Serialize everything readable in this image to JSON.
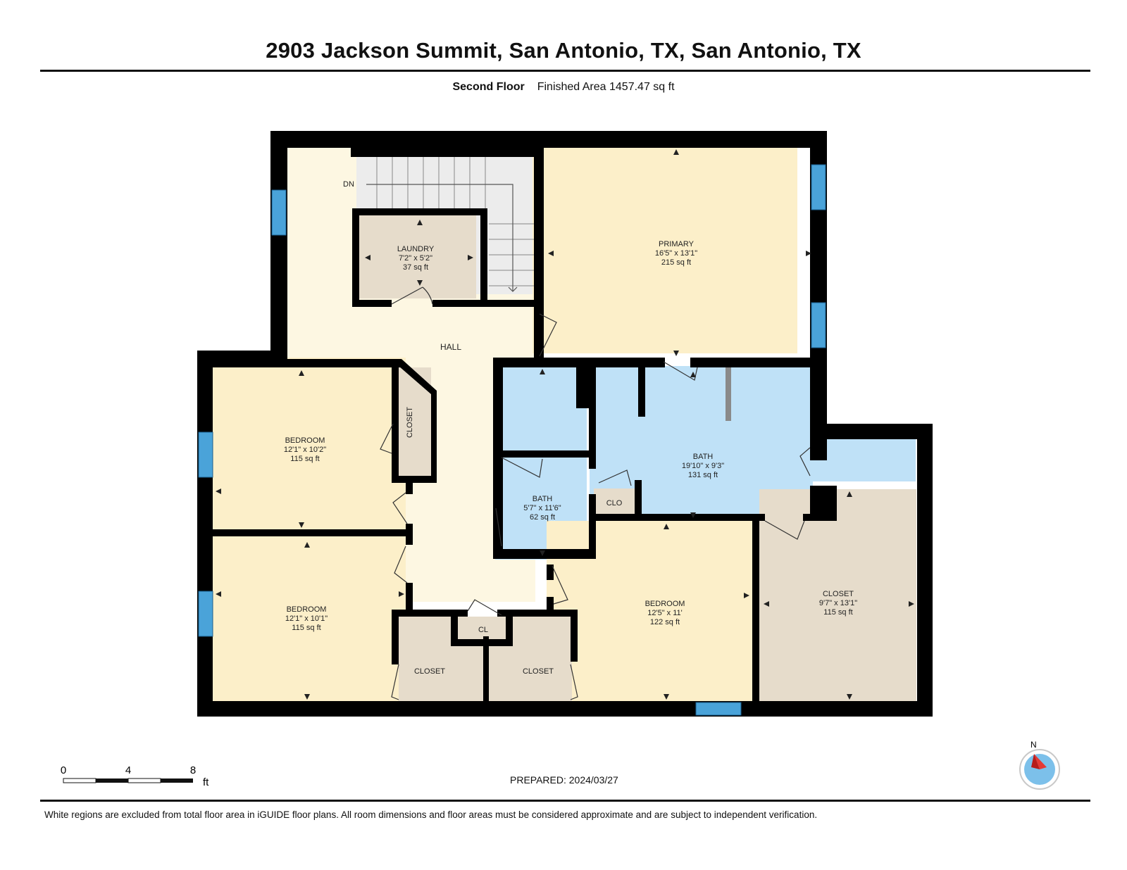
{
  "header": {
    "title": "2903 Jackson Summit, San Antonio, TX, San Antonio, TX",
    "floor_name": "Second Floor",
    "finished_area": "Finished Area 1457.47 sq ft"
  },
  "rooms": {
    "laundry": {
      "name": "LAUNDRY",
      "dims": "7'2\" x 5'2\"",
      "area": "37 sq ft"
    },
    "primary": {
      "name": "PRIMARY",
      "dims": "16'5\" x 13'1\"",
      "area": "215 sq ft"
    },
    "hall": {
      "name": "HALL"
    },
    "stairs": {
      "label": "DN"
    },
    "bedroom1": {
      "name": "BEDROOM",
      "dims": "12'1\" x 10'2\"",
      "area": "115 sq ft"
    },
    "closet_vertical": {
      "name": "CLOSET"
    },
    "bedroom2": {
      "name": "BEDROOM",
      "dims": "12'1\" x 10'1\"",
      "area": "115 sq ft"
    },
    "bath_small": {
      "name": "BATH",
      "dims": "5'7\" x 11'6\"",
      "area": "62 sq ft"
    },
    "bath_large": {
      "name": "BATH",
      "dims": "19'10\" x 9'3\"",
      "area": "131 sq ft"
    },
    "clo": {
      "name": "CLO"
    },
    "bedroom3": {
      "name": "BEDROOM",
      "dims": "12'5\" x 11'",
      "area": "122 sq ft"
    },
    "closet_large": {
      "name": "CLOSET",
      "dims": "9'7\" x 13'1\"",
      "area": "115 sq ft"
    },
    "cl": {
      "name": "CL"
    },
    "closet_left": {
      "name": "CLOSET"
    },
    "closet_right": {
      "name": "CLOSET"
    }
  },
  "scale_bar": {
    "ticks": [
      "0",
      "4",
      "8"
    ],
    "unit": "ft"
  },
  "compass": {
    "label": "N"
  },
  "prepared": "PREPARED: 2024/03/27",
  "footer": "White regions are excluded from total floor area in iGUIDE floor plans. All room dimensions and floor areas must be considered approximate and are subject to independent verification.",
  "colors": {
    "wall": "#000000",
    "hall": "#fdf7e2",
    "bedroom": "#fcefc9",
    "closet": "#e6dccb",
    "bath": "#bfe1f7",
    "stairs": "#ececec",
    "window": "#4aa3d9",
    "compass_red": "#e53935",
    "compass_blue": "#7cc0ea"
  }
}
